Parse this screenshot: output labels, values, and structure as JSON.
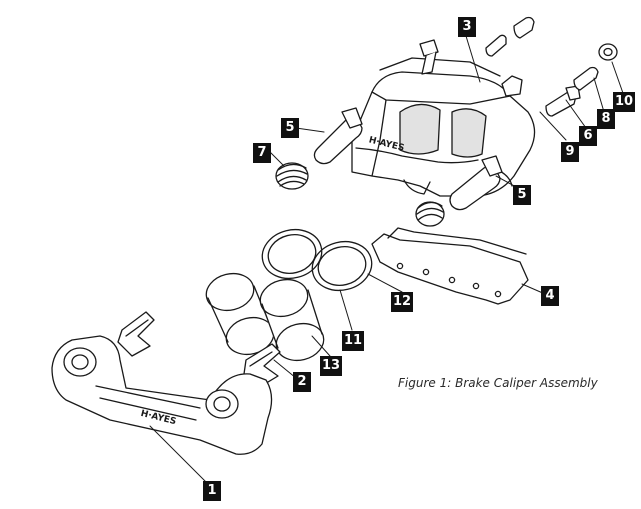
{
  "figure": {
    "caption": "Figure 1: Brake Caliper Assembly"
  },
  "callouts": [
    {
      "number": "1",
      "part": "caliper-bracket"
    },
    {
      "number": "2",
      "part": "pad-clip"
    },
    {
      "number": "3",
      "part": "caliper-housing"
    },
    {
      "number": "4",
      "part": "brake-pad"
    },
    {
      "number": "5",
      "part": "guide-pin"
    },
    {
      "number": "5",
      "part": "guide-pin"
    },
    {
      "number": "6",
      "part": "bleeder-screw"
    },
    {
      "number": "7",
      "part": "pin-boot"
    },
    {
      "number": "8",
      "part": "bleeder-screw-2"
    },
    {
      "number": "9",
      "part": "bleeder-cap"
    },
    {
      "number": "10",
      "part": "bleeder-cap-2"
    },
    {
      "number": "11",
      "part": "dust-seal"
    },
    {
      "number": "12",
      "part": "piston-seal"
    },
    {
      "number": "13",
      "part": "piston"
    }
  ],
  "colors": {
    "line": "#1a1a1a",
    "fill": "#ffffff",
    "shade": "#d8d8d8",
    "tag": "#111111"
  }
}
